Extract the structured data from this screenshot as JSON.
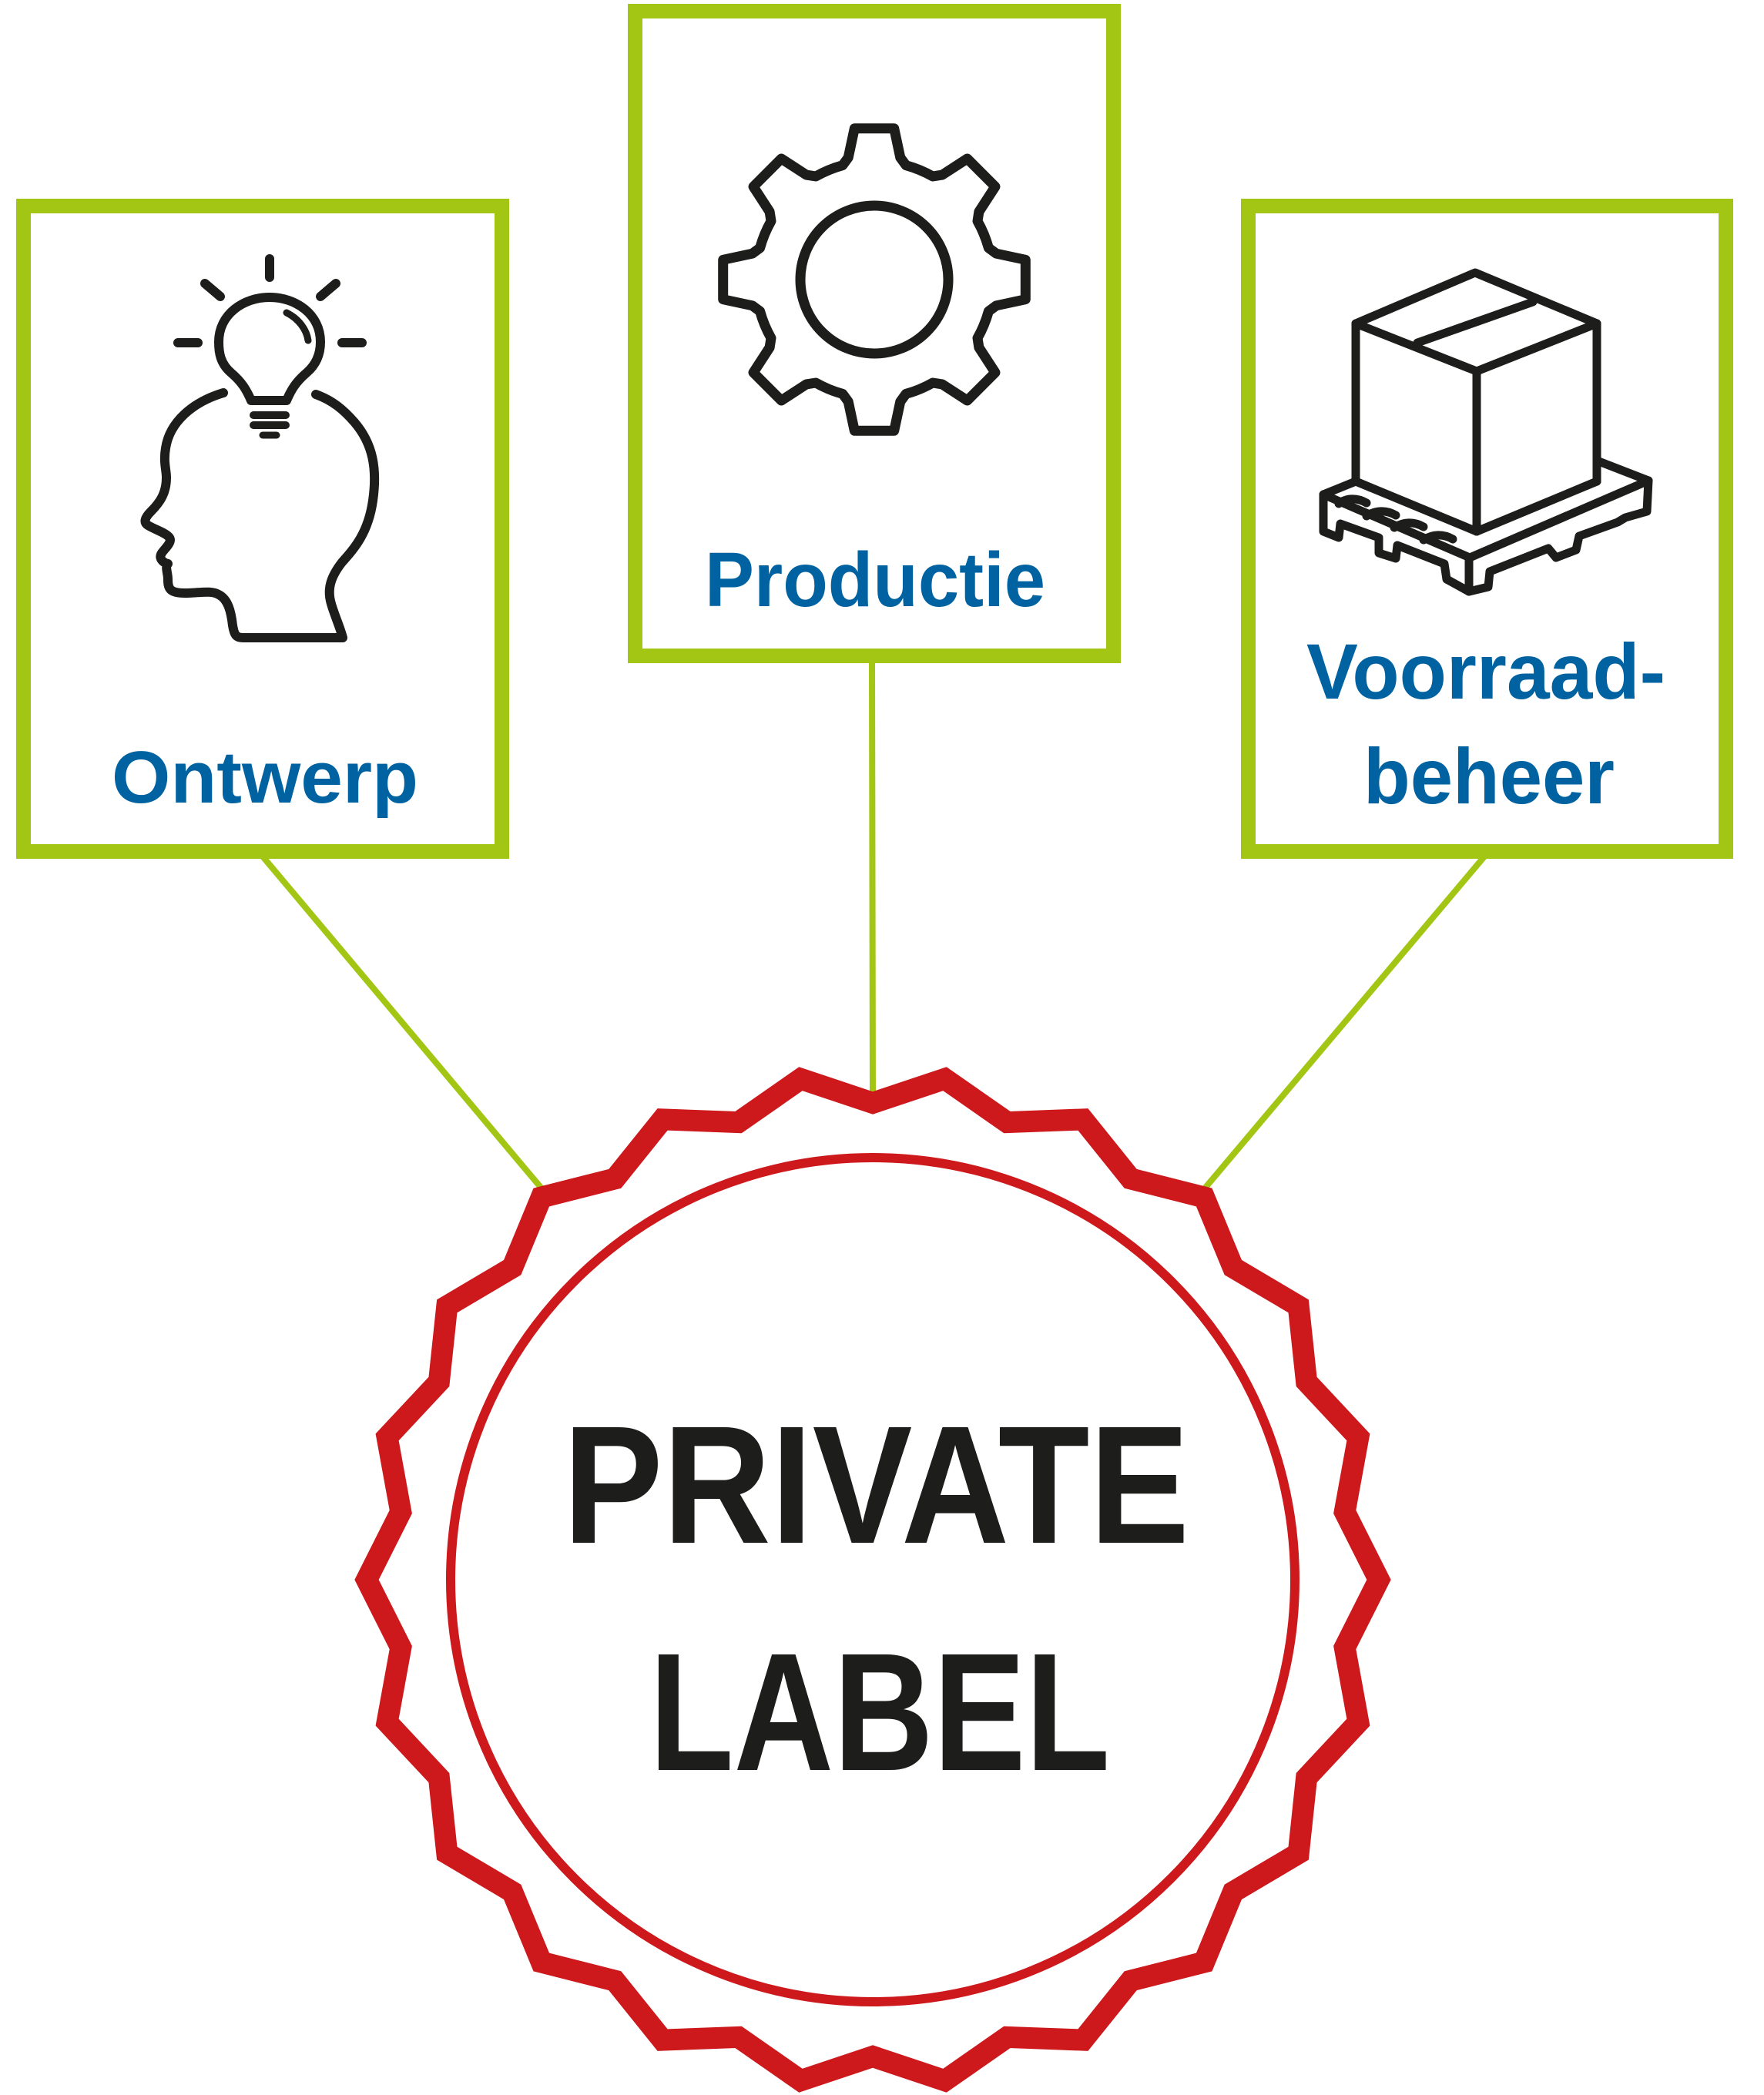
{
  "diagram": {
    "colors": {
      "frame_green": "#a3c615",
      "label_blue": "#0062a0",
      "seal_red": "#cd181c",
      "icon_black": "#1d1d1b",
      "background": "#ffffff"
    },
    "boxes": [
      {
        "id": "ontwerp",
        "label_lines": [
          "Ontwerp"
        ],
        "icon": "head-with-lightbulb-icon"
      },
      {
        "id": "productie",
        "label_lines": [
          "Productie"
        ],
        "icon": "gear-icon"
      },
      {
        "id": "voorraadbeheer",
        "label_lines": [
          "Voorraad-",
          "beheer"
        ],
        "icon": "box-on-pallet-icon"
      }
    ],
    "seal": {
      "line1": "PRIVATE",
      "line2": "LABEL"
    }
  }
}
